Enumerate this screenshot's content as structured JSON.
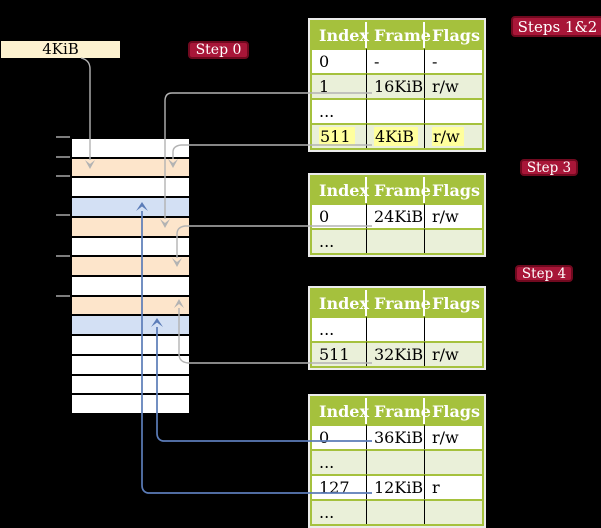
{
  "labels": {
    "frame_size": "4KiB"
  },
  "badges": {
    "step0": "Step 0",
    "steps12": "Steps 1&2",
    "step3": "Step 3",
    "step4": "Step 4"
  },
  "tables": {
    "pt1": {
      "headers": [
        "Index",
        "Frame",
        "Flags"
      ],
      "rows": [
        {
          "cells": [
            "0",
            "-",
            "-"
          ]
        },
        {
          "cells": [
            "1",
            "16KiB",
            "r/w"
          ]
        },
        {
          "cells": [
            "...",
            "",
            ""
          ]
        },
        {
          "cells": [
            "511",
            "4KiB",
            "r/w"
          ],
          "highlighted": true
        }
      ]
    },
    "pt2": {
      "headers": [
        "Index",
        "Frame",
        "Flags"
      ],
      "rows": [
        {
          "cells": [
            "0",
            "24KiB",
            "r/w"
          ]
        },
        {
          "cells": [
            "...",
            "",
            ""
          ]
        }
      ]
    },
    "pt3": {
      "headers": [
        "Index",
        "Frame",
        "Flags"
      ],
      "rows": [
        {
          "cells": [
            "...",
            "",
            ""
          ]
        },
        {
          "cells": [
            "511",
            "32KiB",
            "r/w"
          ]
        }
      ]
    },
    "pt4": {
      "headers": [
        "Index",
        "Frame",
        "Flags"
      ],
      "rows": [
        {
          "cells": [
            "0",
            "36KiB",
            "r/w"
          ]
        },
        {
          "cells": [
            "...",
            "",
            ""
          ]
        },
        {
          "cells": [
            "127",
            "12KiB",
            "r"
          ]
        },
        {
          "cells": [
            "...",
            "",
            ""
          ]
        }
      ]
    }
  },
  "memory": {
    "frames": [
      {
        "fill": "white"
      },
      {
        "fill": "orange"
      },
      {
        "fill": "white"
      },
      {
        "fill": "blue"
      },
      {
        "fill": "orange"
      },
      {
        "fill": "white"
      },
      {
        "fill": "orange"
      },
      {
        "fill": "white"
      },
      {
        "fill": "orange"
      },
      {
        "fill": "blue"
      },
      {
        "fill": "white"
      },
      {
        "fill": "white"
      },
      {
        "fill": "white"
      },
      {
        "fill": "white"
      }
    ],
    "tick_y": [
      137,
      157,
      176,
      215,
      256,
      296
    ]
  },
  "colors": {
    "background": "#000000",
    "table_header_green": "#a5c13d",
    "table_row_green": "#eaf0d9",
    "badge_red": "#a81638",
    "badge_border": "#70091f",
    "highlight_yellow": "#ffff9d",
    "frame_label_cream": "#fdf2d0",
    "frame_orange": "#fde5cb",
    "frame_blue": "#d3e0f4",
    "line_gray": "#b3b3b3",
    "line_blue": "#5b7cb8",
    "tick_gray": "#7d7d7d"
  }
}
